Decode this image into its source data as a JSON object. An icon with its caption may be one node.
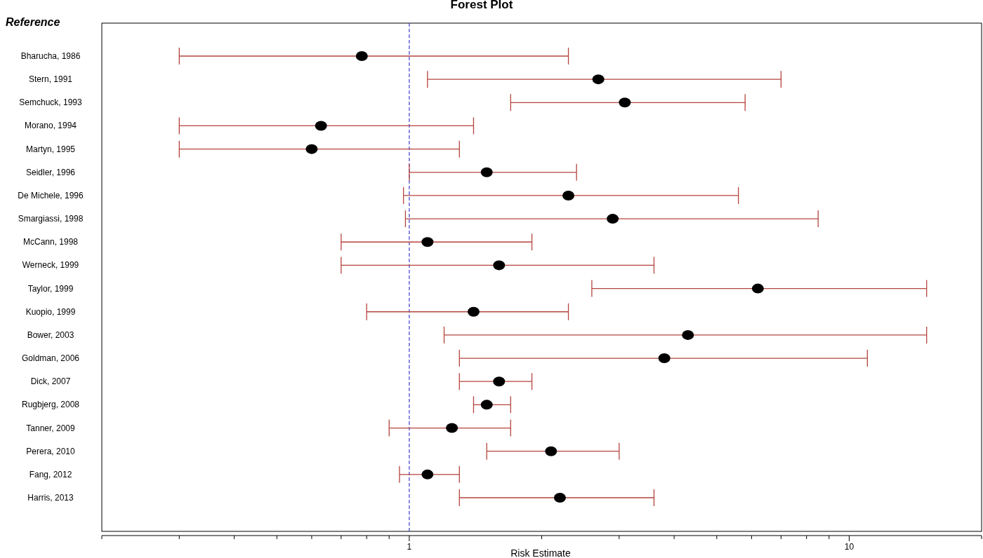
{
  "diagram": {
    "title": "Forest Plot",
    "labels": [
      "Reference",
      "Bharucha, 1986",
      "Stern, 1991",
      "Semchuck, 1993",
      "Morano, 1994",
      "Martyn, 1995",
      "Seidler, 1996",
      "De Michele, 1996",
      "Smargiassi, 1998",
      "McCann, 1998",
      "Werneck, 1999",
      "Taylor, 1999",
      "Kuopio, 1999",
      "Bower, 2003",
      "Goldman, 2006",
      "Dick, 2007",
      "Rugbjerg, 2008",
      "Tanner, 2009",
      "Perera, 2010",
      "Fang, 2012",
      "Harris, 2013",
      "1",
      "10",
      "Risk Estimate"
    ]
  }
}
